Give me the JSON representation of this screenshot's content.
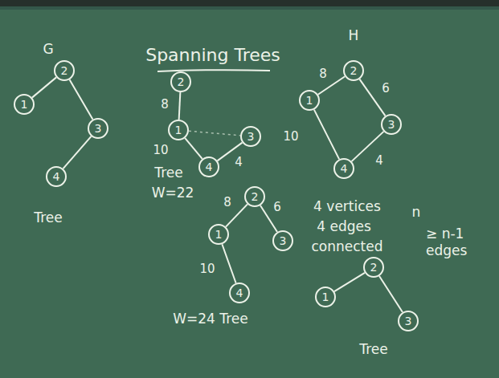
{
  "diagram": {
    "title": "Spanning Trees",
    "nodes": [
      {
        "text": [
          "2"
        ]
      },
      {
        "text": [
          "1"
        ]
      },
      {
        "text": [
          "3"
        ]
      },
      {
        "text": [
          "4"
        ]
      },
      {
        "text": [
          "2"
        ]
      },
      {
        "text": [
          "1"
        ]
      },
      {
        "text": [
          "3"
        ]
      },
      {
        "text": [
          "4"
        ]
      },
      {
        "text": [
          "2"
        ]
      },
      {
        "text": [
          "1"
        ]
      },
      {
        "text": [
          "3"
        ]
      },
      {
        "text": [
          "4"
        ]
      },
      {
        "text": [
          "2"
        ]
      },
      {
        "text": [
          "1"
        ]
      },
      {
        "text": [
          "3"
        ]
      },
      {
        "text": [
          "4"
        ]
      },
      {
        "text": [
          "2"
        ]
      },
      {
        "text": [
          "1"
        ]
      },
      {
        "text": [
          "3"
        ]
      }
    ],
    "edges": [
      {
        "from": 0,
        "to": 1,
        "arrow": "none"
      },
      {
        "from": 0,
        "to": 2,
        "arrow": "none"
      },
      {
        "from": 2,
        "to": 3,
        "arrow": "none"
      },
      {
        "from": 4,
        "to": 5,
        "label": "8",
        "arrow": "none"
      },
      {
        "from": 5,
        "to": 7,
        "label": "10",
        "arrow": "none"
      },
      {
        "from": 7,
        "to": 6,
        "label": "4",
        "arrow": "none"
      },
      {
        "from": 5,
        "to": 6,
        "arrow": "none"
      },
      {
        "from": 9,
        "to": 8,
        "label": "8",
        "arrow": "none"
      },
      {
        "from": 8,
        "to": 10,
        "label": "6",
        "arrow": "none"
      },
      {
        "from": 9,
        "to": 11,
        "label": "10",
        "arrow": "none"
      },
      {
        "from": 11,
        "to": 10,
        "label": "4",
        "arrow": "none"
      },
      {
        "from": 12,
        "to": 13,
        "label": "8",
        "arrow": "none"
      },
      {
        "from": 12,
        "to": 14,
        "label": "6",
        "arrow": "none"
      },
      {
        "from": 13,
        "to": 15,
        "label": "10",
        "arrow": "none"
      },
      {
        "from": 16,
        "to": 17,
        "arrow": "none"
      },
      {
        "from": 16,
        "to": 18,
        "arrow": "none"
      }
    ],
    "labels": [
      "G",
      "Tree",
      "Tree",
      "W=22",
      "H",
      "4 vertices",
      "4 edges",
      "connected",
      "n",
      "≥ n-1 edges",
      "W=24 Tree",
      "Tree"
    ]
  }
}
